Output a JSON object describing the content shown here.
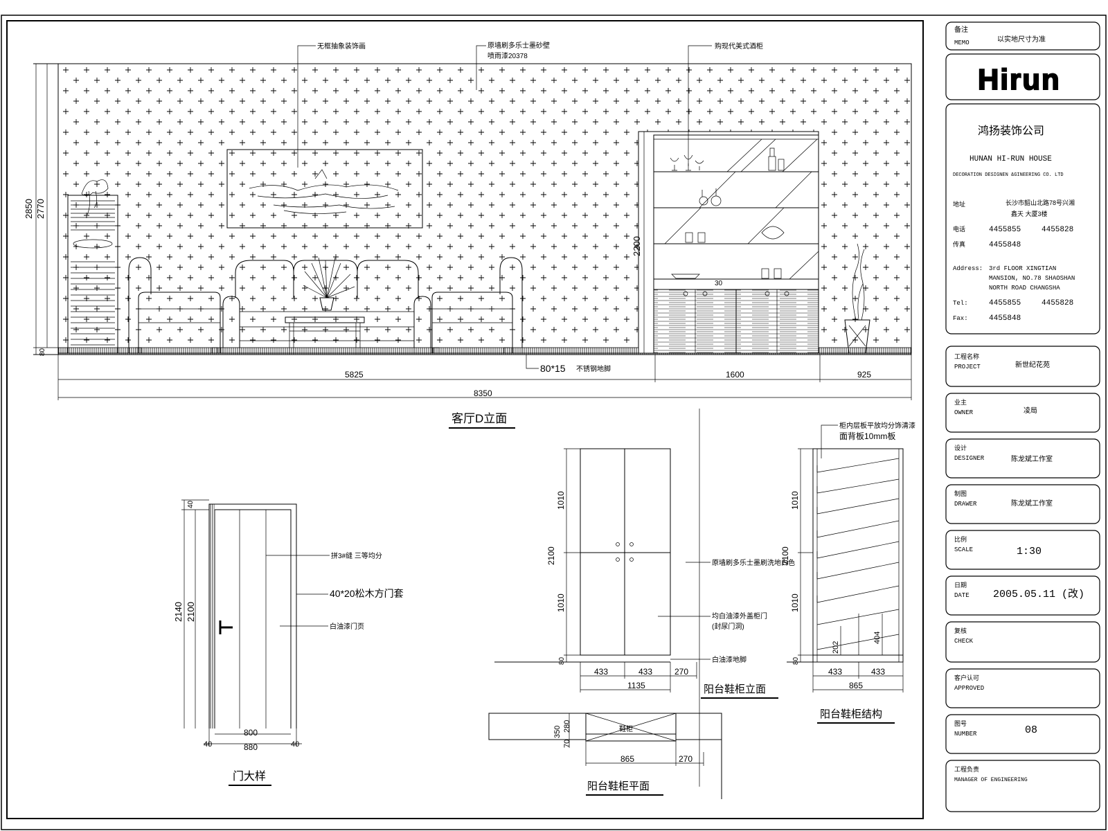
{
  "title_block": {
    "memo_cn": "备注",
    "memo_en": "MEMO",
    "memo_value": "以实地尺寸为准",
    "logo_text": "Hirun",
    "company_cn": "鸿扬装饰公司",
    "company_en": "HUNAN HI-RUN HOUSE",
    "company_sub": "DECORATION DESIGNEN &GINEERING CO. LTD",
    "addr_cn_label": "地址",
    "addr_cn_line1": "长沙市韶山北路78号兴湘",
    "addr_cn_line2": "鑫天 大厦3楼",
    "tel_cn_label": "电话",
    "tel1": "4455855",
    "tel2": "4455828",
    "fax_cn_label": "传真",
    "fax": "4455848",
    "addr_en_label": "Address:",
    "addr_en_line1": "3rd FLOOR XINGTIAN",
    "addr_en_line2": "MANSION, NO.78 SHAOSHAN",
    "addr_en_line3": "NORTH ROAD CHANGSHA",
    "tel_en_label": "Tel:",
    "fax_en_label": "Fax:",
    "fields": [
      {
        "cn": "工程名称",
        "en": "PROJECT",
        "value": "新世纪花苑"
      },
      {
        "cn": "业主",
        "en": "OWNER",
        "value": "凌局"
      },
      {
        "cn": "设计",
        "en": "DESIGNER",
        "value": "陈龙斌工作室"
      },
      {
        "cn": "制图",
        "en": "DRAWER",
        "value": "陈龙斌工作室"
      },
      {
        "cn": "比例",
        "en": "SCALE",
        "value": "1:30"
      },
      {
        "cn": "日期",
        "en": "DATE",
        "value": "2005.05.11 (改)"
      },
      {
        "cn": "复核",
        "en": "CHECK",
        "value": ""
      },
      {
        "cn": "客户认可",
        "en": "APPROVED",
        "value": ""
      },
      {
        "cn": "图号",
        "en": "NUMBER",
        "value": "08"
      },
      {
        "cn": "工程负责",
        "en": "MANAGER OF ENGINEERING",
        "value": ""
      }
    ]
  },
  "elevation": {
    "title": "客厅D立面",
    "note_painting": "无框抽象装饰画",
    "note_wallpaper_1": "原墙刷多乐士墨砂壁",
    "note_wallpaper_2": "喷雨漆20378",
    "note_cabinet": "购现代美式酒柜",
    "note_skirting": "80*15",
    "note_skirting_2": "不锈钢地脚",
    "dim_total": "8350",
    "dim_a": "5825",
    "dim_b": "1600",
    "dim_c": "925",
    "dim_h1": "2850",
    "dim_h2": "2770",
    "dim_h3": "80",
    "dim_cab": "2200",
    "dim_30": "30"
  },
  "door": {
    "title": "门大样",
    "note_1": "拼3#缝 三等均分",
    "note_2": "40*20松木方门套",
    "note_3": "白油漆门页",
    "dim_top": "40",
    "dim_h1": "2140",
    "dim_h2": "2100",
    "dim_w1": "800",
    "dim_w2": "880",
    "dim_l": "40",
    "dim_r": "40"
  },
  "shoe_elev": {
    "title": "阳台鞋柜立面",
    "note_1": "原墙刷多乐士墨刷洗地白色",
    "note_2": "均白油漆外盖柜门",
    "note_3": "(封尿门洞)",
    "note_4": "白油漆地脚",
    "dim_1010a": "1010",
    "dim_1010b": "1010",
    "dim_2100": "2100",
    "dim_80": "80",
    "dim_w1": "433",
    "dim_w2": "433",
    "dim_w3": "270",
    "dim_total": "1135"
  },
  "shoe_struct": {
    "title": "阳台鞋柜结构",
    "note_1": "柜内层板平放均分饰清漆",
    "note_2": "面背板10mm板",
    "dim_1010a": "1010",
    "dim_1010b": "1010",
    "dim_2100": "2100",
    "dim_80": "80",
    "dim_202": "202",
    "dim_404": "404",
    "dim_w1": "433",
    "dim_w2": "433",
    "dim_total": "865"
  },
  "shoe_plan": {
    "title": "阳台鞋柜平面",
    "label": "鞋柜",
    "dim_350": "350",
    "dim_280": "280",
    "dim_70": "70",
    "dim_865": "865",
    "dim_270": "270"
  }
}
